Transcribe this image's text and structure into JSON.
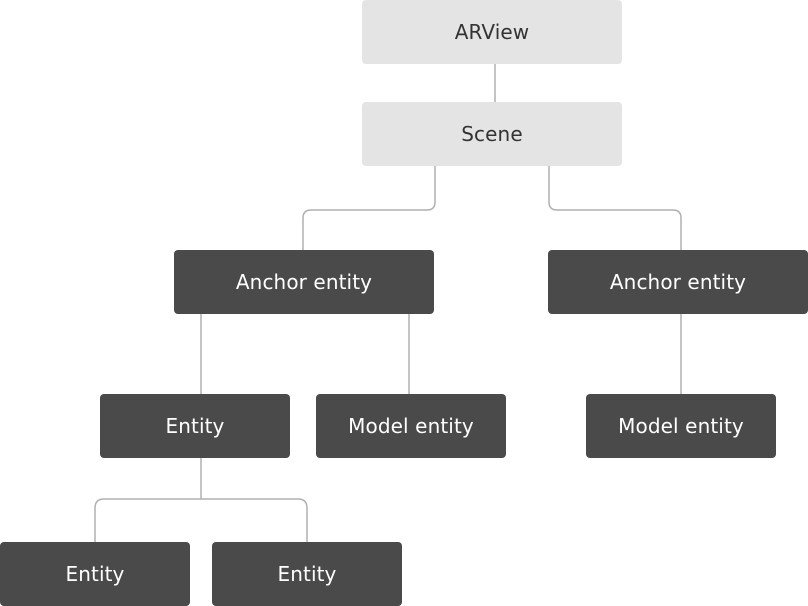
{
  "diagram": {
    "nodes": [
      {
        "id": "arview",
        "label": "ARView",
        "style": "light"
      },
      {
        "id": "scene",
        "label": "Scene",
        "style": "light"
      },
      {
        "id": "anchor1",
        "label": "Anchor entity",
        "style": "dark"
      },
      {
        "id": "anchor2",
        "label": "Anchor entity",
        "style": "dark"
      },
      {
        "id": "entity1",
        "label": "Entity",
        "style": "dark"
      },
      {
        "id": "model1",
        "label": "Model entity",
        "style": "dark"
      },
      {
        "id": "model2",
        "label": "Model entity",
        "style": "dark"
      },
      {
        "id": "entity2",
        "label": "Entity",
        "style": "dark"
      },
      {
        "id": "entity3",
        "label": "Entity",
        "style": "dark"
      }
    ],
    "edges": [
      {
        "from": "arview",
        "to": "scene"
      },
      {
        "from": "scene",
        "to": "anchor1"
      },
      {
        "from": "scene",
        "to": "anchor2"
      },
      {
        "from": "anchor1",
        "to": "entity1"
      },
      {
        "from": "anchor1",
        "to": "model1"
      },
      {
        "from": "anchor2",
        "to": "model2"
      },
      {
        "from": "entity1",
        "to": "entity2"
      },
      {
        "from": "entity1",
        "to": "entity3"
      }
    ],
    "colors": {
      "light_node": "#e4e4e4",
      "light_text": "#333333",
      "dark_node": "#4a4a4a",
      "dark_text": "#ffffff",
      "connector": "#b0b0b0"
    }
  }
}
